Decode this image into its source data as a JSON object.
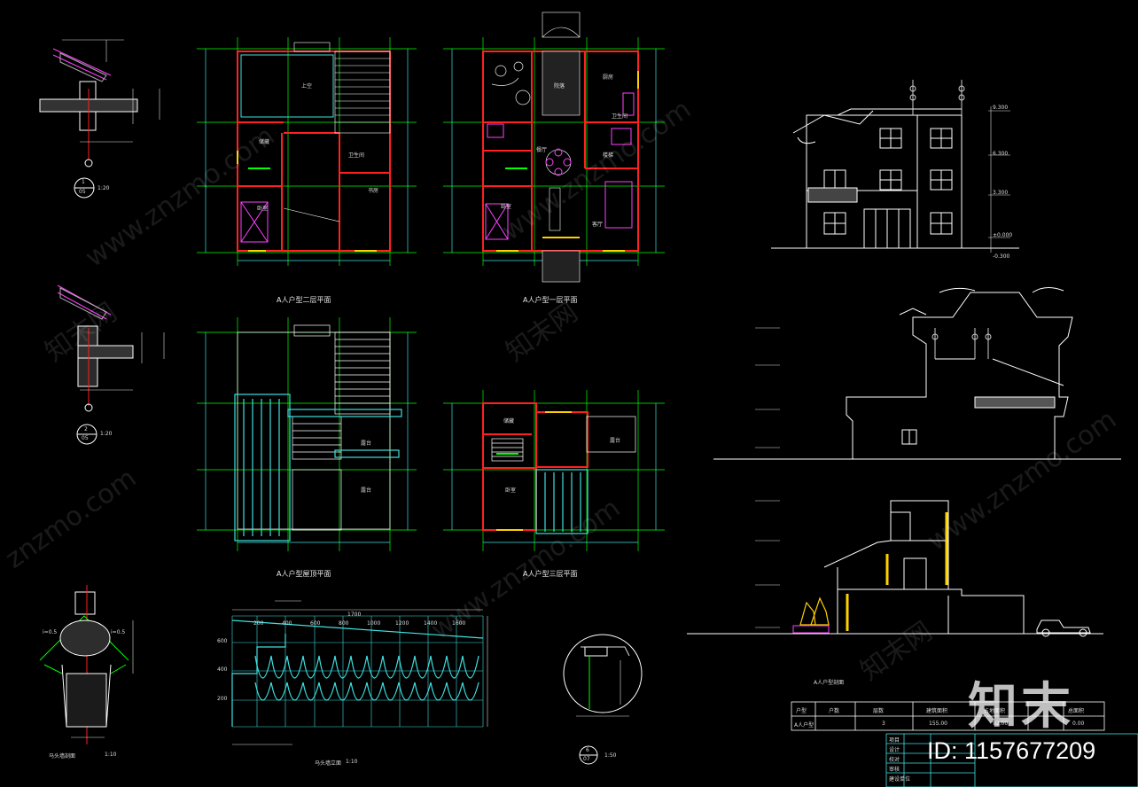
{
  "drawing": {
    "plan_titles": {
      "second_floor": "A人户型二层平面",
      "first_floor": "A人户型一层平面",
      "roof": "A人户型屋顶平面",
      "third_floor": "A人户型三层平面"
    },
    "detail_labels": {
      "d1_num": "1",
      "d1_sheet": "05",
      "d1_scale": "1:20",
      "d2_num": "2",
      "d2_sheet": "05",
      "d2_scale": "1:20",
      "d6_num": "6",
      "d6_sheet": "07",
      "d6_scale": "1:50",
      "ridge_title": "马头墙剖面",
      "ridge_scale": "1:10",
      "slope_left": "i=0.5",
      "slope_right": "i=0.5",
      "gable_title": "马头墙立面",
      "gable_scale": "1:10",
      "gable_total": "1700",
      "section_title": "A人户型剖面"
    },
    "room_labels": {
      "bedroom": "卧室",
      "stair": "楼梯",
      "storage": "储藏",
      "kitchen": "厨房",
      "living": "客厅",
      "dining": "餐厅",
      "toilet": "卫生间",
      "courtyard": "院落",
      "terrace": "露台",
      "study": "书房",
      "upper": "上空"
    },
    "gable_ticks_top": [
      "200",
      "400",
      "600",
      "800",
      "1000",
      "1200",
      "1400",
      "1600"
    ],
    "gable_ticks_left": [
      "600",
      "400",
      "200"
    ],
    "levels": [
      "9.300",
      "6.300",
      "3.300",
      "±0.000",
      "-0.300"
    ],
    "title_block_rows": [
      "项目",
      "设计",
      "校对",
      "审核",
      "建设单位"
    ],
    "table_headers": [
      "户型",
      "户数",
      "层数",
      "建筑面积",
      "占地面积",
      "总面积"
    ],
    "table_row": [
      "A人户型",
      "",
      "3",
      "155.00",
      "92.00",
      "0.00"
    ]
  },
  "brand": {
    "mark": "知末",
    "id": "ID: 1157677209"
  },
  "watermarks": [
    "www.znzmo.com",
    "知末网",
    "www.znzmo.com",
    "知末网",
    "www.znzmo.com",
    "知末网",
    "znzmo.com",
    "www.znzmo.com"
  ],
  "colors": {
    "background": "#000000",
    "wall": "#ff2020",
    "axis": "#00ff00",
    "dimension": "#40e0e0",
    "line": "#ffffff",
    "window": "#ffd000",
    "furniture": "#ff40ff"
  }
}
